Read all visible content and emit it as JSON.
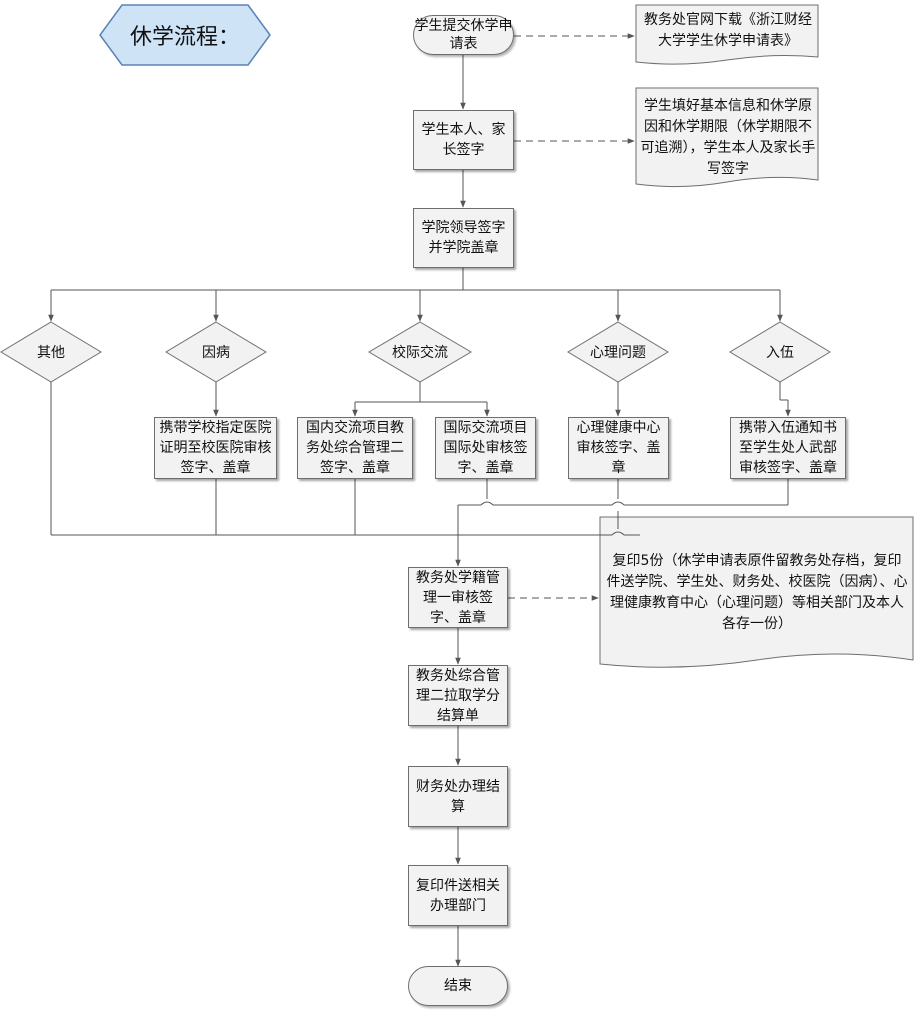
{
  "title": "休学流程：",
  "colors": {
    "title_fill": "#cfe3f7",
    "title_stroke": "#5b82b6",
    "box_fill": "#f2f2f2",
    "line": "#555555"
  },
  "nodes": {
    "start": "学生提交休学申请表",
    "note_download": "教务处官网下载《浙江财经大学学生休学申请表》",
    "sign_parent": "学生本人、家长签字",
    "note_fill": "学生填好基本信息和休学原因和休学期限（休学期限不可追溯），学生本人及家长手写签字",
    "college": "学院领导签字并学院盖章",
    "d_other": "其他",
    "d_illness": "因病",
    "d_exchange": "校际交流",
    "d_psych": "心理问题",
    "d_army": "入伍",
    "illness_box": "携带学校指定医院证明至校医院审核签字、盖章",
    "domestic_box": "国内交流项目教务处综合管理二签字、盖章",
    "intl_box": "国际交流项目国际处审核签字、盖章",
    "psych_box": "心理健康中心审核签字、盖章",
    "army_box": "携带入伍通知书至学生处人武部审核签字、盖章",
    "registrar": "教务处学籍管理一审核签字、盖章",
    "note_copy": "复印5份（休学申请表原件留教务处存档，复印件送学院、学生处、财务处、校医院（因病）、心理健康教育中心（心理问题）等相关部门及本人各存一份）",
    "admin2": "教务处综合管理二拉取学分结算单",
    "finance": "财务处办理结算",
    "send_copies": "复印件送相关办理部门",
    "end": "结束"
  }
}
